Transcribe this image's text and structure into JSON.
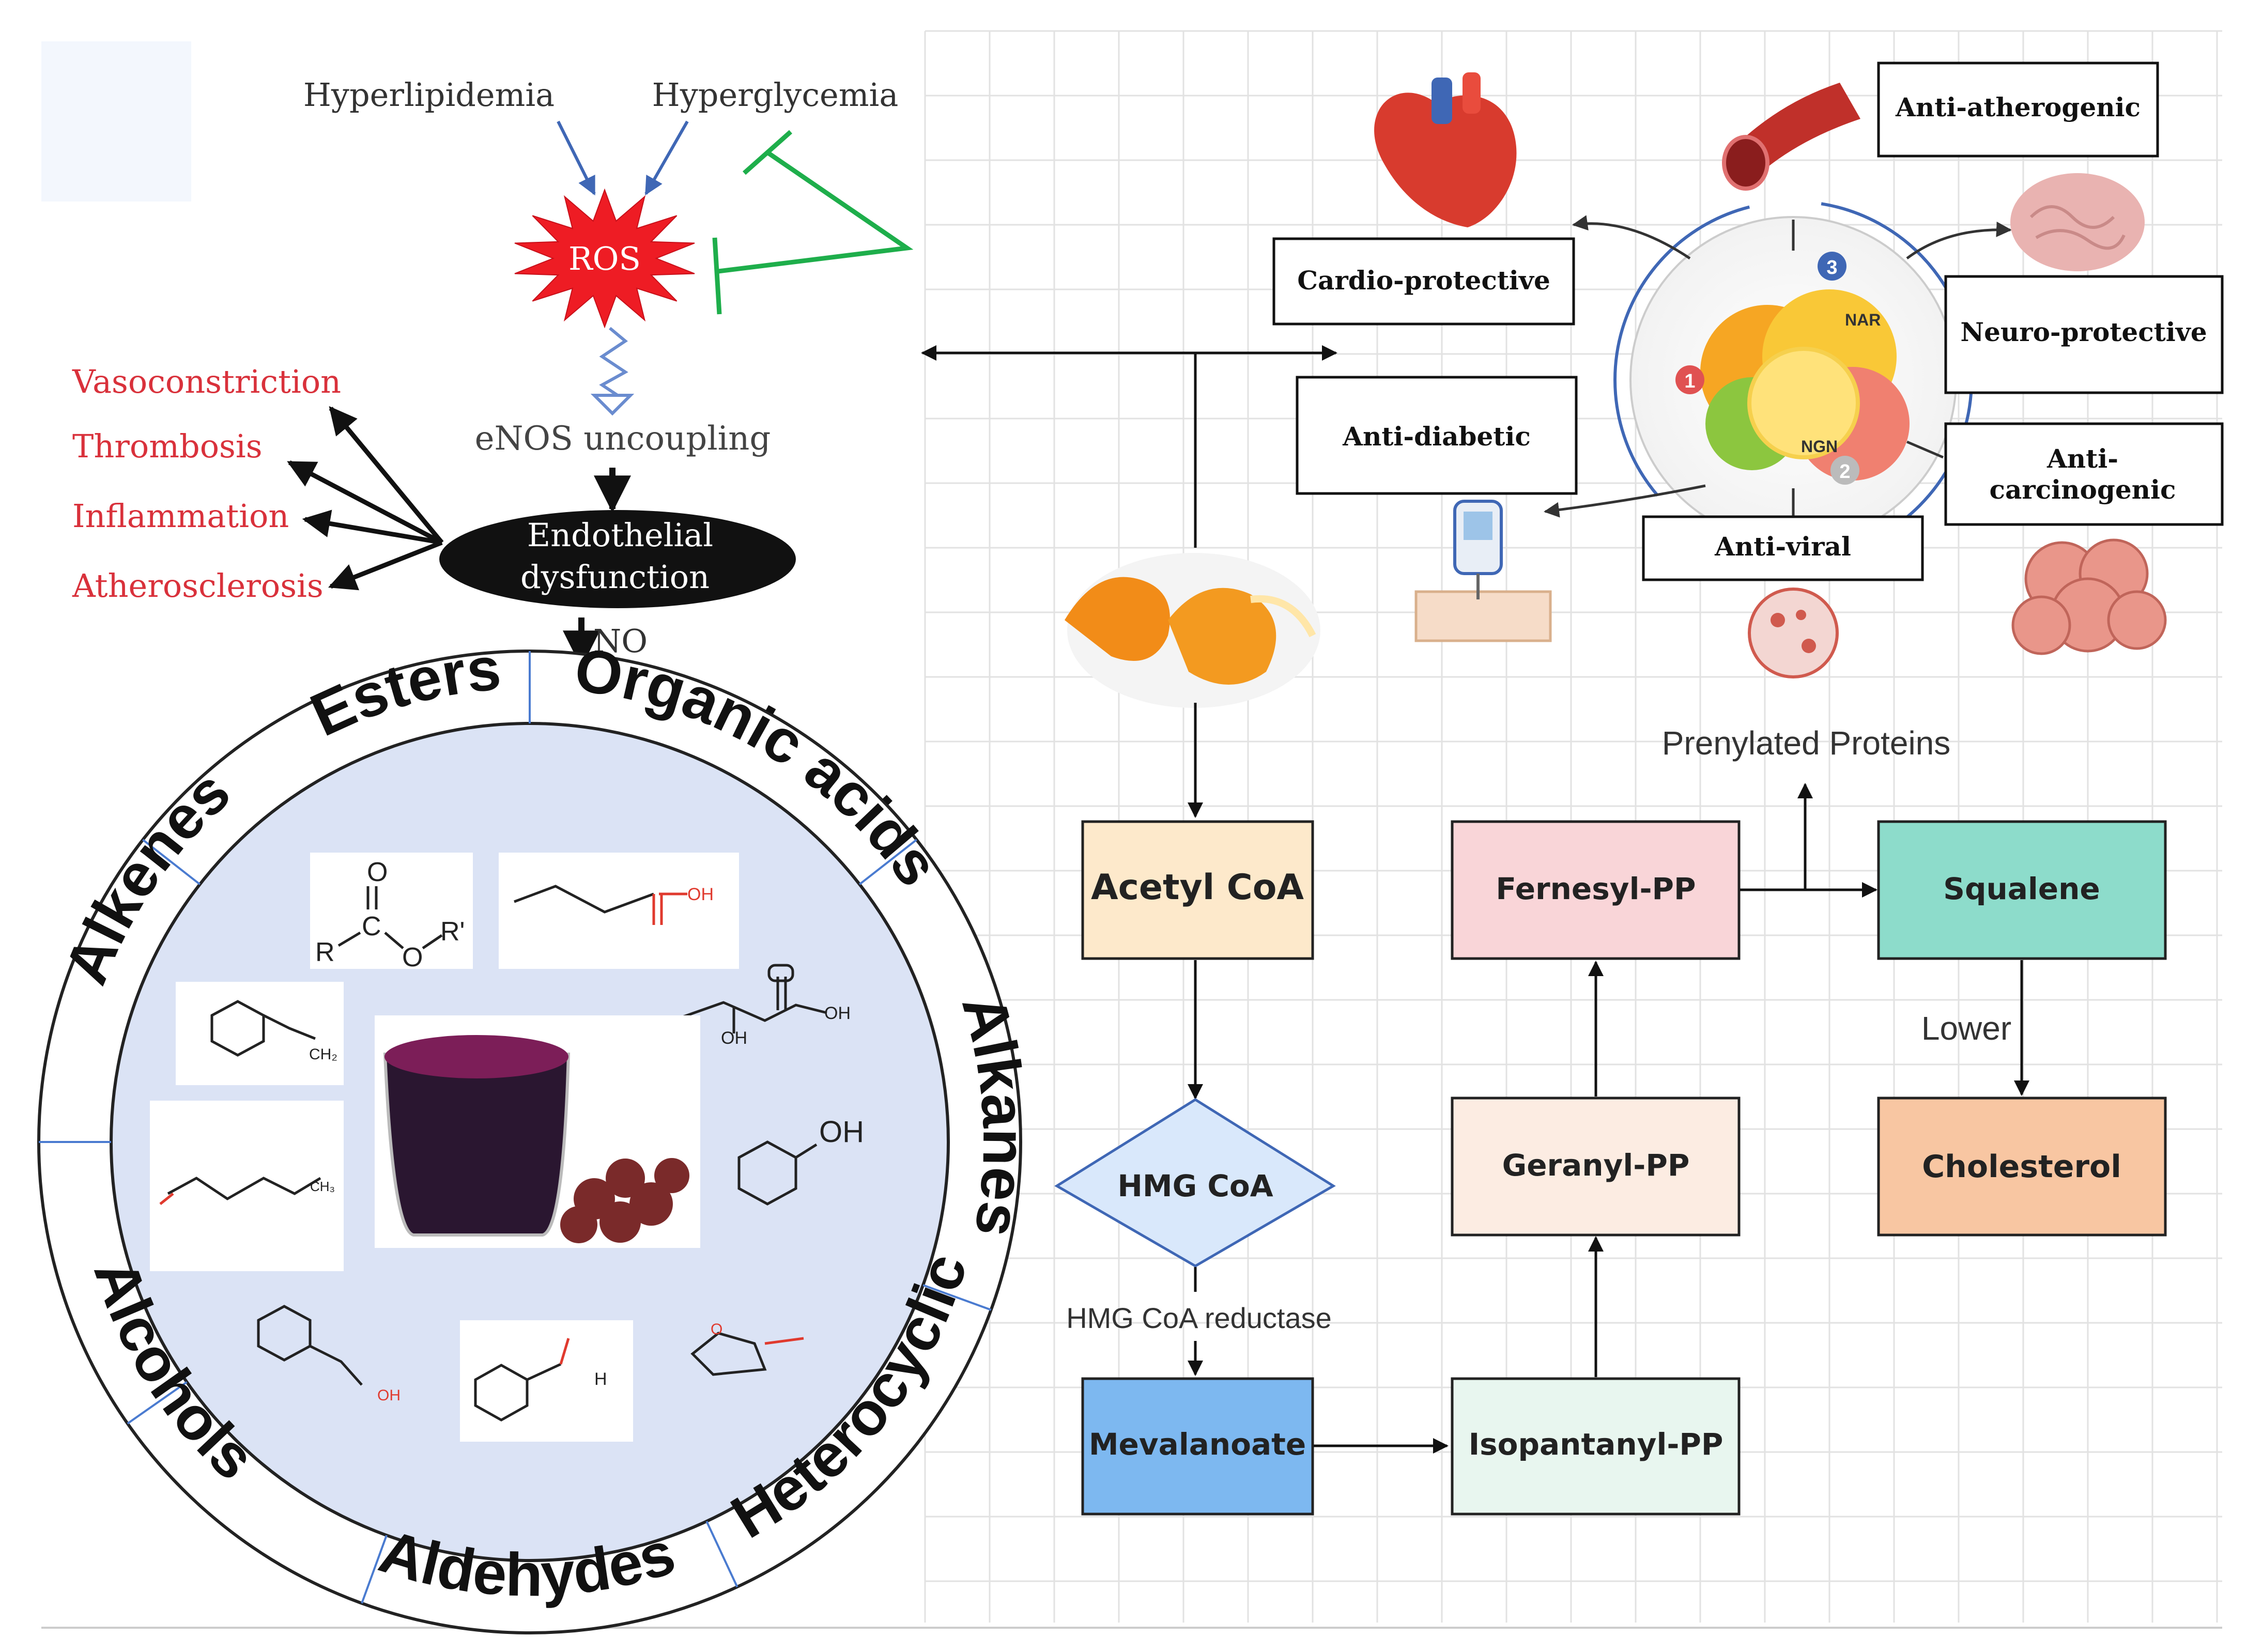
{
  "colors": {
    "red_text": "#d9313b",
    "ros_fill": "#ee1c24",
    "green_inhibit": "#1eae4b",
    "acetyl_fill": "#fde9cb",
    "hmg_fill": "#d9e8fb",
    "mevalanoate_fill": "#7db8f0",
    "isopantanyl_fill": "#e8f6ef",
    "geranyl_fill": "#fcece2",
    "fernesyl_fill": "#f9d5d8",
    "squalene_fill": "#8ddccb",
    "cholesterol_fill": "#f8c6a2",
    "circle_inner": "#dbe3f5"
  },
  "endothelial": {
    "hyperlipidemia": "Hyperlipidemia",
    "hyperglycemia": "Hyperglycemia",
    "ros": "ROS",
    "enos": "eNOS uncoupling",
    "endothelial_line1": "Endothelial",
    "endothelial_line2": "dysfunction",
    "no": "NO",
    "effects": [
      "Vasoconstriction",
      "Thrombosis",
      "Inflammation",
      "Atherosclerosis"
    ]
  },
  "effects_panel": {
    "cardio": "Cardio-protective",
    "anti_athero": "Anti-atherogenic",
    "neuro": "Neuro-protective",
    "anti_diabetic": "Anti-diabetic",
    "anti_carcino_line1": "Anti-",
    "anti_carcino_line2": "carcinogenic",
    "anti_viral": "Anti-viral",
    "nar": "NAR",
    "ngn": "NGN",
    "num1": "1",
    "num2": "2",
    "num3": "3"
  },
  "compounds": {
    "esters": "Esters",
    "organic_acids": "Organic acids",
    "alkanes": "Alkanes",
    "heterocyclic": "Heterocyclic",
    "aldehydes": "Aldehydes",
    "alcohols": "Alcohols",
    "alkenes": "Alkenes",
    "ester_O": "O",
    "ester_C": "C",
    "ester_R": "R",
    "ester_O2": "O",
    "ester_R2": "R'",
    "oh": "OH",
    "oh_lower": "OH",
    "ch2": "CH₂",
    "ch3": "CH₃",
    "h": "H",
    "o_ring": "O"
  },
  "pathway": {
    "acetyl": "Acetyl CoA",
    "hmg": "HMG CoA",
    "hmg_reductase": "HMG CoA reductase",
    "mevalanoate": "Mevalanoate",
    "isopantanyl": "Isopantanyl-PP",
    "geranyl": "Geranyl-PP",
    "fernesyl": "Fernesyl-PP",
    "prenylated": "Prenylated Proteins",
    "squalene": "Squalene",
    "lower": "Lower",
    "cholesterol": "Cholesterol"
  }
}
